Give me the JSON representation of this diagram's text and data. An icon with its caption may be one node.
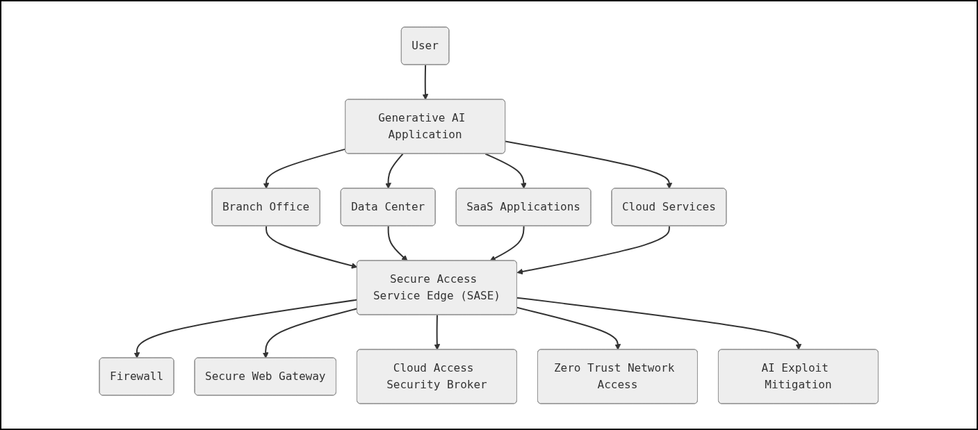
{
  "diagram": {
    "nodes": [
      {
        "text": [
          "User"
        ]
      },
      {
        "text": [
          "Generative AI Application"
        ]
      },
      {
        "text": [
          "Branch Office"
        ]
      },
      {
        "text": [
          "Data Center"
        ]
      },
      {
        "text": [
          "SaaS Applications"
        ]
      },
      {
        "text": [
          "Cloud Services"
        ]
      },
      {
        "text": [
          "Secure Access Service Edge (SASE)"
        ]
      },
      {
        "text": [
          "Firewall"
        ]
      },
      {
        "text": [
          "Secure Web Gateway"
        ]
      },
      {
        "text": [
          "Cloud Access Security Broker"
        ]
      },
      {
        "text": [
          "Zero Trust Network Access"
        ]
      },
      {
        "text": [
          "AI Exploit Mitigation"
        ]
      }
    ],
    "edges": [
      {
        "from": 0,
        "to": 1,
        "arrow": "to"
      },
      {
        "from": 1,
        "to": 2,
        "arrow": "to"
      },
      {
        "from": 1,
        "to": 3,
        "arrow": "to"
      },
      {
        "from": 1,
        "to": 4,
        "arrow": "to"
      },
      {
        "from": 1,
        "to": 5,
        "arrow": "to"
      },
      {
        "from": 2,
        "to": 6,
        "arrow": "to"
      },
      {
        "from": 3,
        "to": 6,
        "arrow": "to"
      },
      {
        "from": 4,
        "to": 6,
        "arrow": "to"
      },
      {
        "from": 5,
        "to": 6,
        "arrow": "to"
      },
      {
        "from": 6,
        "to": 7,
        "arrow": "to"
      },
      {
        "from": 6,
        "to": 8,
        "arrow": "to"
      },
      {
        "from": 6,
        "to": 9,
        "arrow": "to"
      },
      {
        "from": 6,
        "to": 10,
        "arrow": "to"
      },
      {
        "from": 6,
        "to": 11,
        "arrow": "to"
      }
    ]
  }
}
